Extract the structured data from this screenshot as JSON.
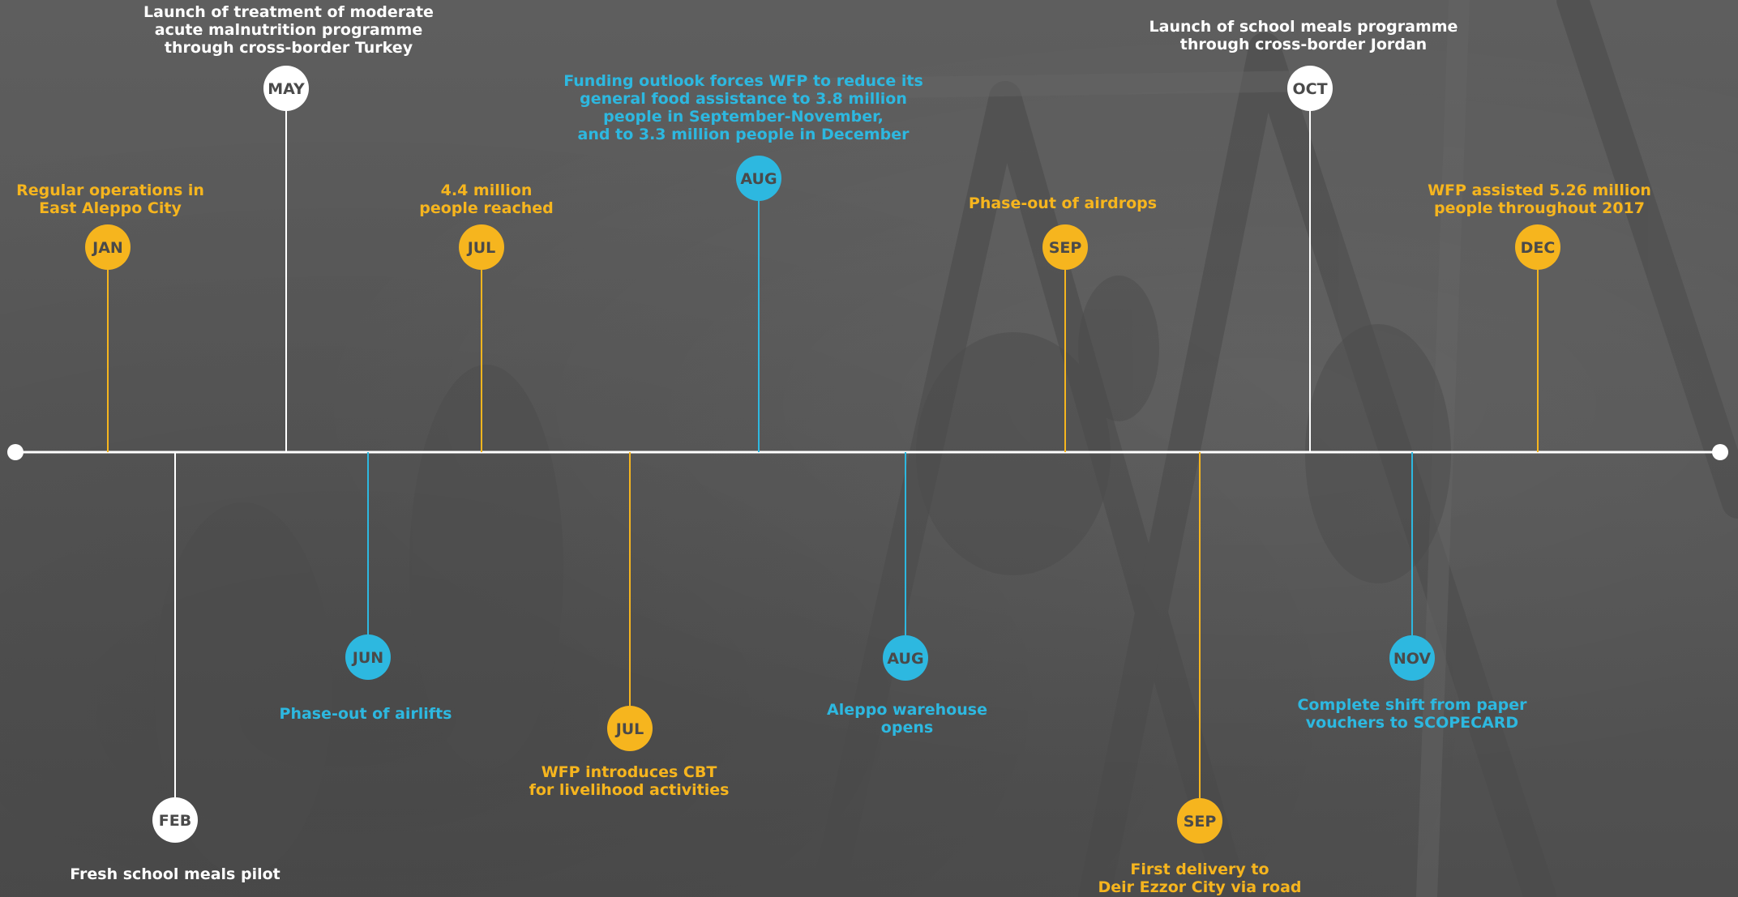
{
  "colors": {
    "yellow": "#f6b51e",
    "blue": "#2db8e0",
    "white": "#ffffff",
    "badge_text": "#4a4a4a"
  },
  "events": [
    {
      "id": "jan",
      "month": "JAN",
      "color": "yellow",
      "side": "top",
      "text": "Regular operations in\nEast Aleppo City"
    },
    {
      "id": "feb",
      "month": "FEB",
      "color": "white",
      "side": "bottom",
      "text": "Fresh school meals pilot"
    },
    {
      "id": "may",
      "month": "MAY",
      "color": "white",
      "side": "top",
      "text": "Launch of treatment of moderate\nacute malnutrition programme\nthrough cross-border Turkey"
    },
    {
      "id": "jun",
      "month": "JUN",
      "color": "blue",
      "side": "bottom",
      "text": "Phase-out of airlifts"
    },
    {
      "id": "jul-top",
      "month": "JUL",
      "color": "yellow",
      "side": "top",
      "text": "4.4 million\npeople reached"
    },
    {
      "id": "jul-bottom",
      "month": "JUL",
      "color": "yellow",
      "side": "bottom",
      "text": "WFP introduces CBT\nfor livelihood activities"
    },
    {
      "id": "aug-top",
      "month": "AUG",
      "color": "blue",
      "side": "top",
      "text": "Funding outlook forces WFP to reduce its\ngeneral food assistance to 3.8 million\npeople in September-November,\nand to 3.3 million people in December"
    },
    {
      "id": "aug-bottom",
      "month": "AUG",
      "color": "blue",
      "side": "bottom",
      "text": "Aleppo warehouse\nopens"
    },
    {
      "id": "sep-top",
      "month": "SEP",
      "color": "yellow",
      "side": "top",
      "text": "Phase-out of airdrops"
    },
    {
      "id": "sep-bottom",
      "month": "SEP",
      "color": "yellow",
      "side": "bottom",
      "text": "First delivery to\nDeir Ezzor City via road"
    },
    {
      "id": "oct",
      "month": "OCT",
      "color": "white",
      "side": "top",
      "text": "Launch of school meals programme\nthrough cross-border Jordan"
    },
    {
      "id": "nov",
      "month": "NOV",
      "color": "blue",
      "side": "bottom",
      "text": "Complete shift from paper\nvouchers to SCOPECARD"
    },
    {
      "id": "dec",
      "month": "DEC",
      "color": "yellow",
      "side": "top",
      "text": "WFP assisted 5.26 million\npeople throughout 2017"
    }
  ]
}
